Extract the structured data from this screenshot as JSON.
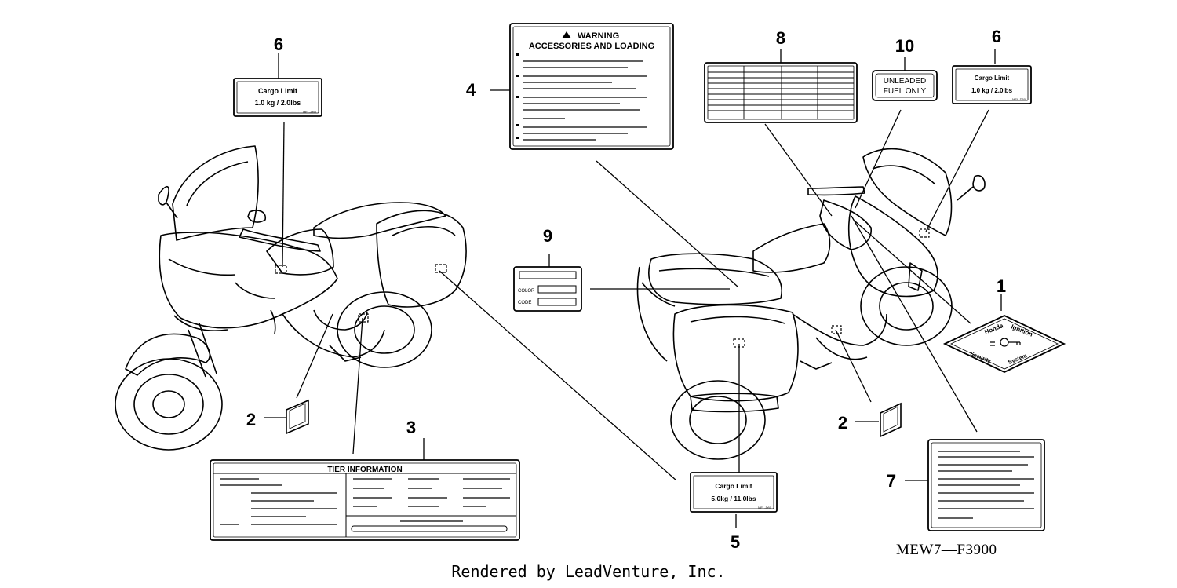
{
  "callouts": {
    "c1": "1",
    "c2a": "2",
    "c2b": "2",
    "c3": "3",
    "c4": "4",
    "c5": "5",
    "c6a": "6",
    "c6b": "6",
    "c7": "7",
    "c8": "8",
    "c9": "9",
    "c10": "10"
  },
  "labels": {
    "cargo_small": {
      "title": "Cargo Limit",
      "value": "1.0 kg /  2.0lbs",
      "code": "MEL-D60"
    },
    "cargo_small_right": {
      "title": "Cargo Limit",
      "value": "1.0 kg /  2.0lbs",
      "code": "MEL-D60"
    },
    "cargo_large": {
      "title": "Cargo Limit",
      "value": "5.0kg / 11.0lbs",
      "code": "MEL-D60"
    },
    "warning": {
      "line1": "WARNING",
      "line2": "ACCESSORIES AND LOADING"
    },
    "tier": {
      "title": "TIER INFORMATION"
    },
    "fuel": {
      "line1": "UNLEADED",
      "line2": "FUEL   ONLY"
    },
    "color_code": {
      "color": "COLOR",
      "code": "CODE"
    },
    "ignition": {
      "top_left": "Honda",
      "top_right": "Ignition",
      "bottom_left": "Security",
      "bottom_right": "System"
    }
  },
  "diagram_code": "MEW7—F3900",
  "footer": "Rendered by LeadVenture, Inc."
}
